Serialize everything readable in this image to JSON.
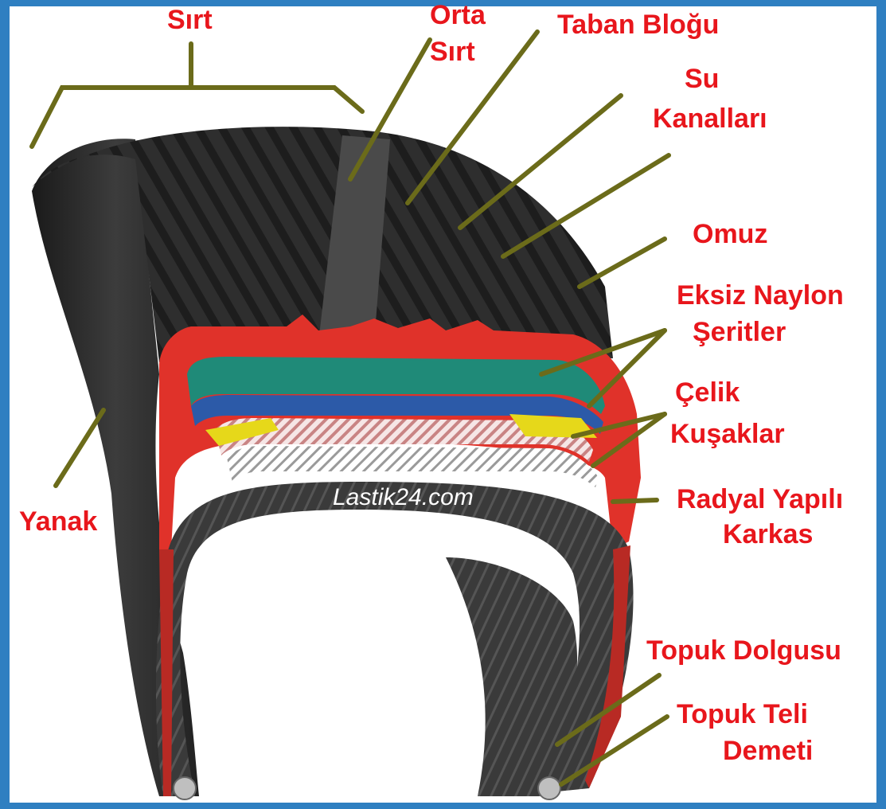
{
  "labels": {
    "sirt": "Sırt",
    "orta_sirt_1": "Orta",
    "orta_sirt_2": "Sırt",
    "taban_blogu": "Taban Bloğu",
    "su_kanallari_1": "Su",
    "su_kanallari_2": "Kanalları",
    "omuz": "Omuz",
    "eksiz_naylon_1": "Eksiz Naylon",
    "eksiz_naylon_2": "Şeritler",
    "celik_kusaklar_1": "Çelik",
    "celik_kusaklar_2": "Kuşaklar",
    "radyal_1": "Radyal Yapılı",
    "radyal_2": "Karkas",
    "yanak": "Yanak",
    "topuk_dolgusu": "Topuk Dolgusu",
    "topuk_teli_1": "Topuk Teli",
    "topuk_teli_2": "Demeti"
  },
  "watermark": "Lastik24.com",
  "colors": {
    "frame": "#2f7fc1",
    "label": "#e8161c",
    "leader": "#6b6b1a",
    "rubber": "#2b2b2b",
    "cut_red": "#e0322a",
    "nylon_teal": "#1f8a78",
    "nylon_blue": "#2c5aa8",
    "steel_yellow": "#e6d81a",
    "steel_pink": "#e7a6a6"
  }
}
